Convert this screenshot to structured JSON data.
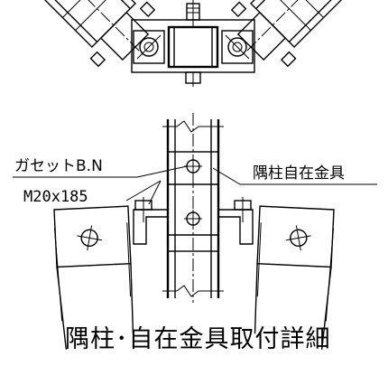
{
  "labels": {
    "gusset": "ガセットB.N",
    "bolt": "M20x185",
    "fitting": "隅柱自在金具"
  },
  "caption": "隅柱･自在金具取付詳細"
}
